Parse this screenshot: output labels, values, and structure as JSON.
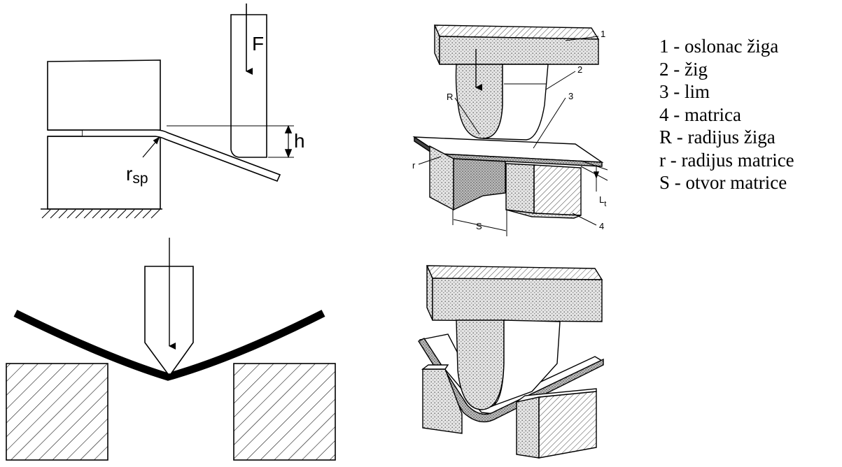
{
  "diagrams": {
    "edge_bending": {
      "force_label": "F",
      "height_label": "h",
      "radius_label_main": "r",
      "radius_label_sub": "sp"
    },
    "v_bending_3d": {
      "callouts": [
        "1",
        "2",
        "3",
        "4"
      ],
      "punch_radius_label": "R",
      "die_radius_label": "r",
      "die_opening_label": "S",
      "thickness_label_main": "L",
      "thickness_label_sub": "t"
    }
  },
  "legend": {
    "items": [
      "1 - oslonac žiga",
      "2 - žig",
      "3 - lim",
      "4 - matrica",
      "R - radijus žiga",
      "r - radijus matrice",
      "S - otvor matrice"
    ]
  },
  "colors": {
    "ink": "#000000",
    "steel_fill": "#dcdcdc",
    "background": "#ffffff"
  }
}
